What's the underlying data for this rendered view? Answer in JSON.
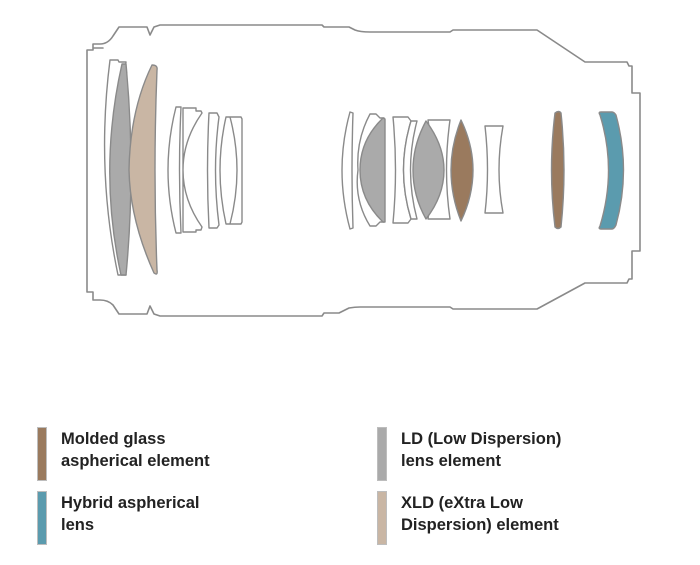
{
  "diagram": {
    "title": "Lens construction diagram",
    "colors": {
      "outline": "#8a8a8a",
      "plain": "#ffffff",
      "molded_glass_aspherical": "#9a7a5e",
      "hybrid_aspherical": "#5b9bae",
      "ld": "#aaaaaa",
      "xld": "#c9b6a4"
    },
    "elements": [
      {
        "group": 1,
        "type": "plain"
      },
      {
        "group": 1,
        "type": "ld"
      },
      {
        "group": 1,
        "type": "xld"
      },
      {
        "group": 2,
        "type": "plain"
      },
      {
        "group": 2,
        "type": "plain"
      },
      {
        "group": 2,
        "type": "plain"
      },
      {
        "group": 2,
        "type": "plain"
      },
      {
        "group": 3,
        "type": "plain"
      },
      {
        "group": 3,
        "type": "plain"
      },
      {
        "group": 3,
        "type": "ld"
      },
      {
        "group": 3,
        "type": "plain"
      },
      {
        "group": 3,
        "type": "plain"
      },
      {
        "group": 3,
        "type": "ld"
      },
      {
        "group": 3,
        "type": "plain"
      },
      {
        "group": 3,
        "type": "molded_glass_aspherical"
      },
      {
        "group": 3,
        "type": "plain"
      },
      {
        "group": 4,
        "type": "molded_glass_aspherical"
      },
      {
        "group": 4,
        "type": "hybrid_aspherical"
      }
    ]
  },
  "legend": [
    {
      "key": "molded_glass_aspherical",
      "label": "Molded glass\naspherical element",
      "color": "#9a7a5e"
    },
    {
      "key": "hybrid_aspherical",
      "label": "Hybrid aspherical\nlens",
      "color": "#5b9bae"
    },
    {
      "key": "ld",
      "label": "LD (Low Dispersion)\nlens element",
      "color": "#aaaaaa"
    },
    {
      "key": "xld",
      "label": "XLD (eXtra Low\nDispersion) element",
      "color": "#c9b6a4"
    }
  ]
}
